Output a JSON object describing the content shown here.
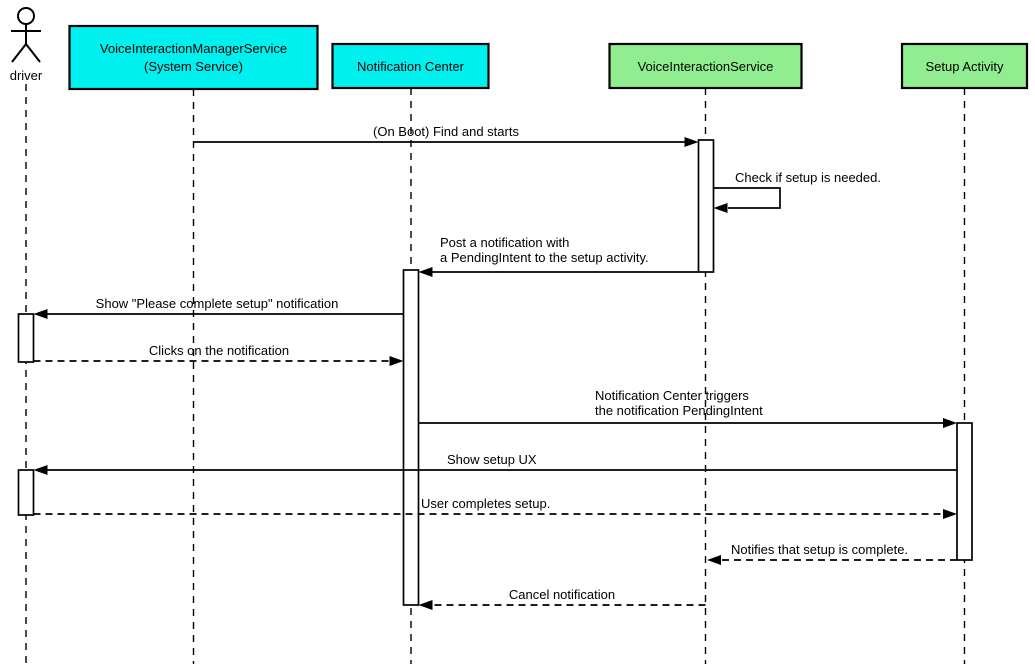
{
  "diagram": {
    "type": "uml-sequence-diagram",
    "actor": {
      "label": "driver"
    },
    "participants": [
      {
        "id": "voice-interaction-manager-service",
        "lines": [
          "VoiceInteractionManagerService",
          "(System Service)"
        ],
        "color": "#00F0F0"
      },
      {
        "id": "notification-center",
        "label": "Notification Center",
        "color": "#00F0F0"
      },
      {
        "id": "voice-interaction-service",
        "label": "VoiceInteractionService",
        "color": "#90EE90"
      },
      {
        "id": "setup-activity",
        "label": "Setup Activity",
        "color": "#90EE90"
      }
    ],
    "messages": [
      {
        "seq": 1,
        "label": "(On Boot) Find and starts",
        "from": "VoiceInteractionManagerService (System Service)",
        "to": "VoiceInteractionService",
        "line": "solid"
      },
      {
        "seq": 2,
        "label": "Check if setup is needed.",
        "from": "VoiceInteractionService",
        "to": "VoiceInteractionService",
        "line": "solid",
        "self_message": true
      },
      {
        "seq": 3,
        "lines": [
          "Post a notification with",
          "a PendingIntent to the setup activity."
        ],
        "from": "VoiceInteractionService",
        "to": "Notification Center",
        "line": "solid"
      },
      {
        "seq": 4,
        "label": "Show \"Please complete setup\" notification",
        "from": "Notification Center",
        "to": "driver",
        "line": "solid"
      },
      {
        "seq": 5,
        "label": "Clicks on the notification",
        "from": "driver",
        "to": "Notification Center",
        "line": "dashed"
      },
      {
        "seq": 6,
        "lines": [
          "Notification Center triggers",
          "the notification PendingIntent"
        ],
        "from": "Notification Center",
        "to": "Setup Activity",
        "line": "solid"
      },
      {
        "seq": 7,
        "label": "Show setup UX",
        "from": "Setup Activity",
        "to": "driver",
        "line": "solid"
      },
      {
        "seq": 8,
        "label": "User completes setup.",
        "from": "driver",
        "to": "Setup Activity",
        "line": "dashed"
      },
      {
        "seq": 9,
        "label": "Notifies that setup is complete.",
        "from": "Setup Activity",
        "to": "VoiceInteractionService",
        "line": "dashed"
      },
      {
        "seq": 10,
        "label": "Cancel notification",
        "from": "VoiceInteractionService",
        "to": "Notification Center",
        "line": "dashed"
      }
    ],
    "colors": {
      "background": "#FFFFFF",
      "box_border": "#000000",
      "line": "#000000",
      "cyan_participant": "#00F0F0",
      "green_participant": "#90EE90"
    }
  }
}
